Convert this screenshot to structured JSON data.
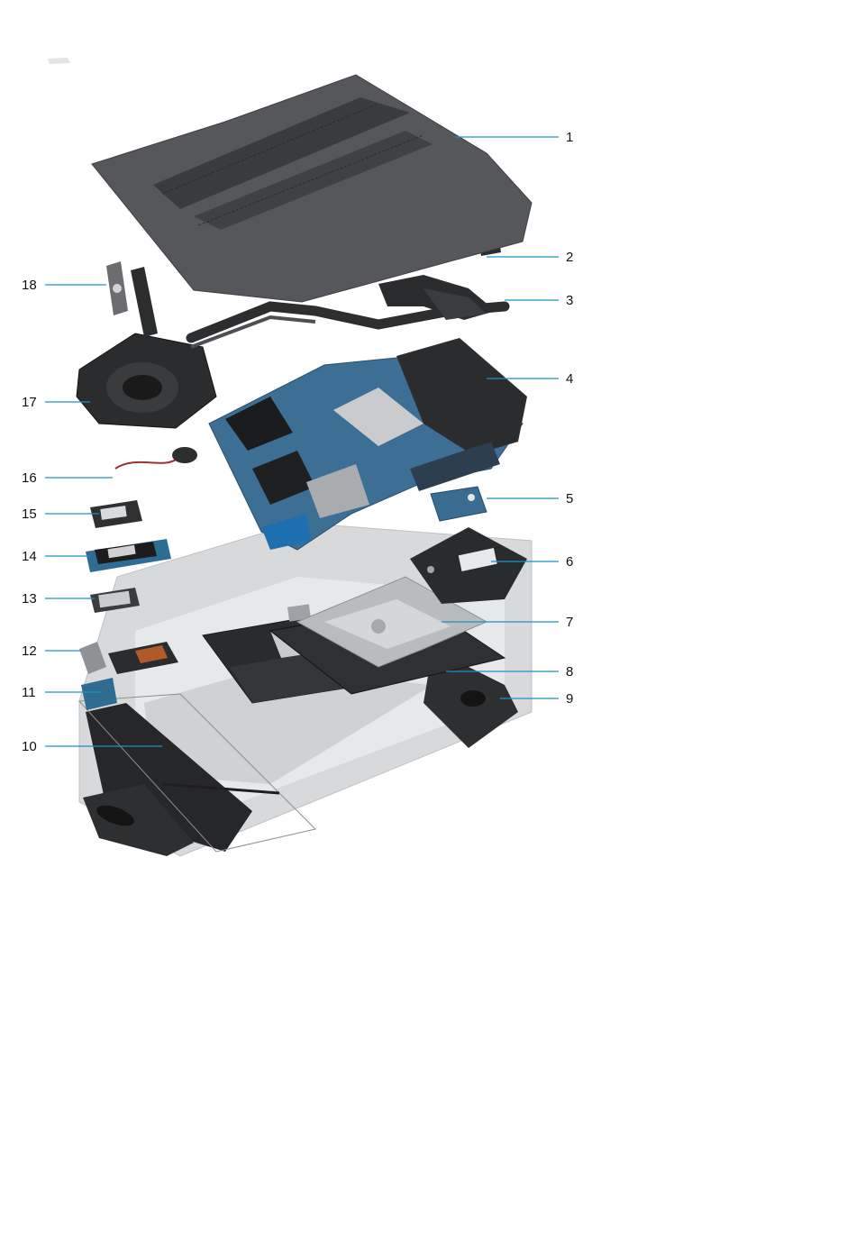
{
  "callouts": [
    {
      "id": "1"
    },
    {
      "id": "2"
    },
    {
      "id": "3"
    },
    {
      "id": "4"
    },
    {
      "id": "5"
    },
    {
      "id": "6"
    },
    {
      "id": "7"
    },
    {
      "id": "8"
    },
    {
      "id": "9"
    },
    {
      "id": "10"
    },
    {
      "id": "11"
    },
    {
      "id": "12"
    },
    {
      "id": "13"
    },
    {
      "id": "14"
    },
    {
      "id": "15"
    },
    {
      "id": "16"
    },
    {
      "id": "17"
    },
    {
      "id": "18"
    }
  ],
  "colors": {
    "leader": "#1f8fc4",
    "base_cover": "#55575a",
    "board": "#3d6f95",
    "heatsink": "#2b2c2e",
    "palmrest": "#d7d9db",
    "battery": "#2a2b2d",
    "touchpad_bracket": "#b9bcbf"
  }
}
